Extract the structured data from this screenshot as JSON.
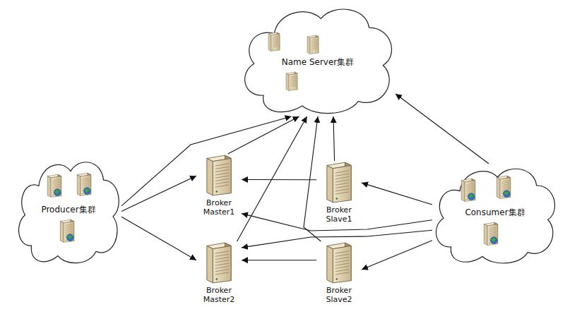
{
  "diagram": {
    "nodes": [
      {
        "text": [
          "Name Server集群"
        ]
      },
      {
        "text": [
          "Producer集群"
        ]
      },
      {
        "text": [
          "Broker Master1"
        ]
      },
      {
        "text": [
          "Broker Slave1"
        ]
      },
      {
        "text": [
          "Consumer集群"
        ]
      },
      {
        "text": [
          "Broker Master2"
        ]
      },
      {
        "text": [
          "Broker Slave2"
        ]
      }
    ],
    "edges": [
      {
        "from": 1,
        "to": 0,
        "arrow": "to"
      },
      {
        "from": 1,
        "to": 2,
        "arrow": "to"
      },
      {
        "from": 1,
        "to": 5,
        "arrow": "to"
      },
      {
        "from": 2,
        "to": 0,
        "arrow": "to"
      },
      {
        "from": 5,
        "to": 0,
        "arrow": "to"
      },
      {
        "from": 3,
        "to": 0,
        "arrow": "to"
      },
      {
        "from": 6,
        "to": 0,
        "arrow": "to"
      },
      {
        "from": 3,
        "to": 2,
        "arrow": "to"
      },
      {
        "from": 6,
        "to": 5,
        "arrow": "to"
      },
      {
        "from": 4,
        "to": 0,
        "arrow": "to"
      },
      {
        "from": 4,
        "to": 2,
        "arrow": "to"
      },
      {
        "from": 4,
        "to": 3,
        "arrow": "to"
      },
      {
        "from": 4,
        "to": 5,
        "arrow": "to"
      },
      {
        "from": 4,
        "to": 6,
        "arrow": "to"
      }
    ]
  }
}
